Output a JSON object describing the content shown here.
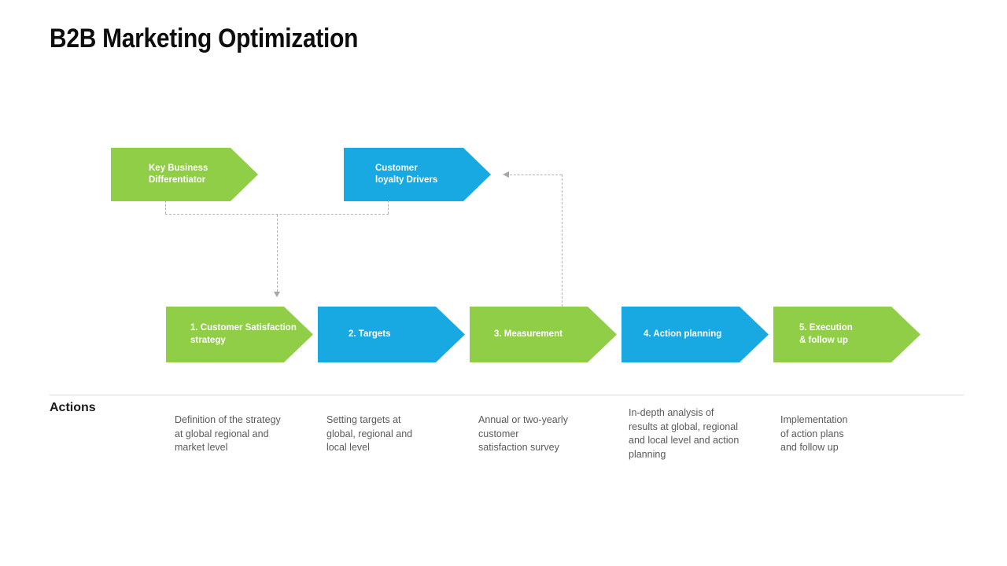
{
  "title": "B2B Marketing Optimization",
  "actions_heading": "Actions",
  "colors": {
    "green": "#8FCE46",
    "blue": "#18A8E2",
    "connector_line": "#b3b3b3",
    "connector_arrow": "#a6a6a6",
    "divider": "#d9d9d9",
    "action_text": "#595959",
    "title_text": "#0d0d0d"
  },
  "top_shapes": [
    {
      "label": "Key Business\nDifferentiator",
      "color": "#8FCE46"
    },
    {
      "label": "Customer\nloyalty Drivers",
      "color": "#18A8E2"
    }
  ],
  "steps": [
    {
      "label": "1. Customer Satisfaction\nstrategy",
      "color": "#8FCE46",
      "action": "Definition of the strategy\nat global regional and\nmarket level"
    },
    {
      "label": "2. Targets",
      "color": "#18A8E2",
      "action": "Setting targets at\nglobal, regional and\nlocal level"
    },
    {
      "label": "3. Measurement",
      "color": "#8FCE46",
      "action": "Annual or two-yearly\ncustomer\nsatisfaction survey"
    },
    {
      "label": "4. Action planning",
      "color": "#18A8E2",
      "action": "In-depth analysis of\nresults at global, regional\nand local level and action\nplanning"
    },
    {
      "label": "5. Execution\n& follow up",
      "color": "#8FCE46",
      "action": "Implementation\nof action plans\nand follow up"
    }
  ]
}
